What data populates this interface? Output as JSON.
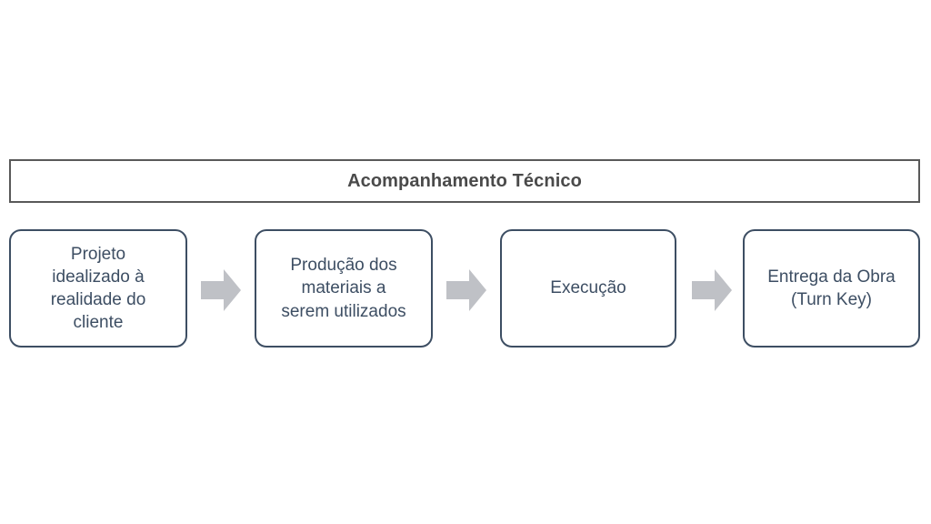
{
  "diagram": {
    "title_banner": {
      "label": "Acompanhamento Técnico",
      "border_color": "#595959",
      "text_color": "#4a4a4a"
    },
    "steps": [
      {
        "id": "step-1",
        "label": "Projeto\nidealizado à\nrealidade do\ncliente"
      },
      {
        "id": "step-2",
        "label": "Produção dos\nmateriais a\nserem utilizados"
      },
      {
        "id": "step-3",
        "label": "Execução"
      },
      {
        "id": "step-4",
        "label": "Entrega da Obra\n(Turn Key)"
      }
    ],
    "connectors": [
      {
        "id": "arrow-1",
        "icon": "right-block-arrow-icon"
      },
      {
        "id": "arrow-2",
        "icon": "right-block-arrow-icon"
      },
      {
        "id": "arrow-3",
        "icon": "right-block-arrow-icon"
      }
    ],
    "colors": {
      "box_border": "#3d4e63",
      "box_text": "#3d4e63",
      "box_fill": "#ffffff",
      "arrow_fill": "#bfc1c6",
      "banner_border": "#595959",
      "background": "#ffffff"
    }
  }
}
